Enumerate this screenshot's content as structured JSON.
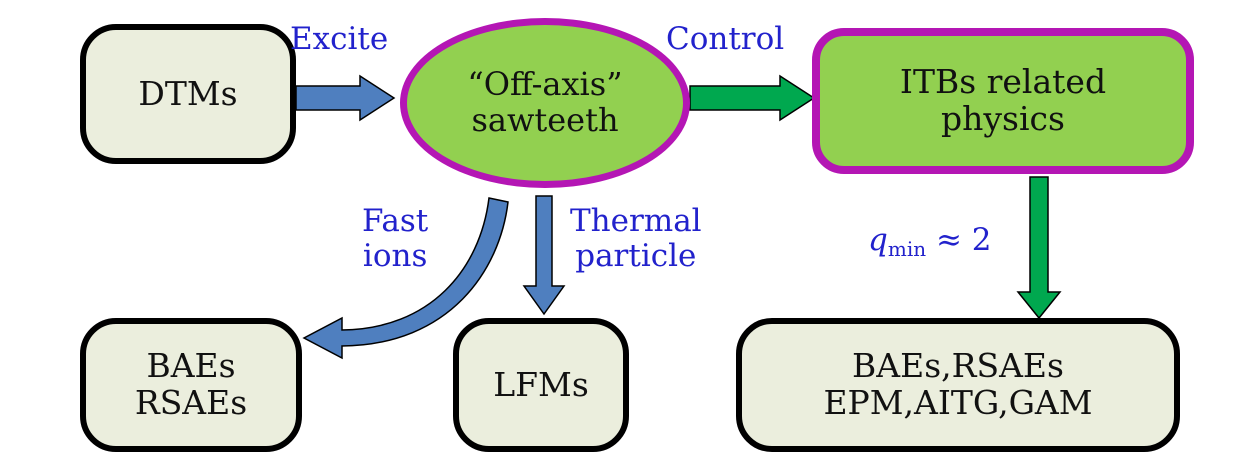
{
  "nodes": {
    "dtms": "DTMs",
    "offaxis_line1": "“Off-axis”",
    "offaxis_line2": "sawteeth",
    "itb_line1": "ITBs related",
    "itb_line2": "physics",
    "baes_line1": "BAEs",
    "baes_line2": "RSAEs",
    "lfms": "LFMs",
    "modes_line1": "BAEs,RSAEs",
    "modes_line2": "EPM,AITG,GAM"
  },
  "edges": {
    "excite": "Excite",
    "control": "Control",
    "fast_line1": "Fast",
    "fast_line2": "ions",
    "thermal_line1": "Thermal",
    "thermal_line2": "particle",
    "qmin_symbol": "q",
    "qmin_sub": "min",
    "qmin_rest": " ≈ 2"
  },
  "colors": {
    "box_fill": "#ebeedd",
    "box_border": "#000000",
    "hub_fill": "#92d050",
    "hub_border": "#b416b4",
    "blue_arrow": "#4f7fbf",
    "green_arrow": "#00a84f",
    "label_text": "#2222cc"
  }
}
